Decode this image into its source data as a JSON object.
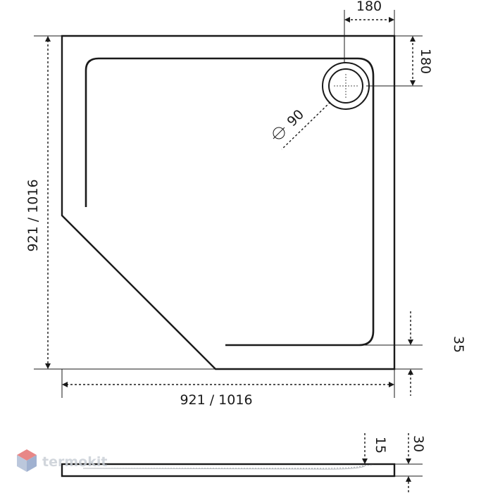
{
  "dimensions": {
    "top_offset": "180",
    "right_offset": "180",
    "drain_diameter": "90",
    "left_side": "921 / 1016",
    "bottom_side": "921 / 1016",
    "rim_height": "35",
    "profile_inner": "15",
    "profile_total": "30"
  },
  "watermark": {
    "text": "termokit"
  },
  "colors": {
    "line": "#1a1a1a",
    "watermark_text": "#c9cfd6",
    "watermark_logo_top": "#e57373",
    "watermark_logo_side": "#90a4c8"
  }
}
